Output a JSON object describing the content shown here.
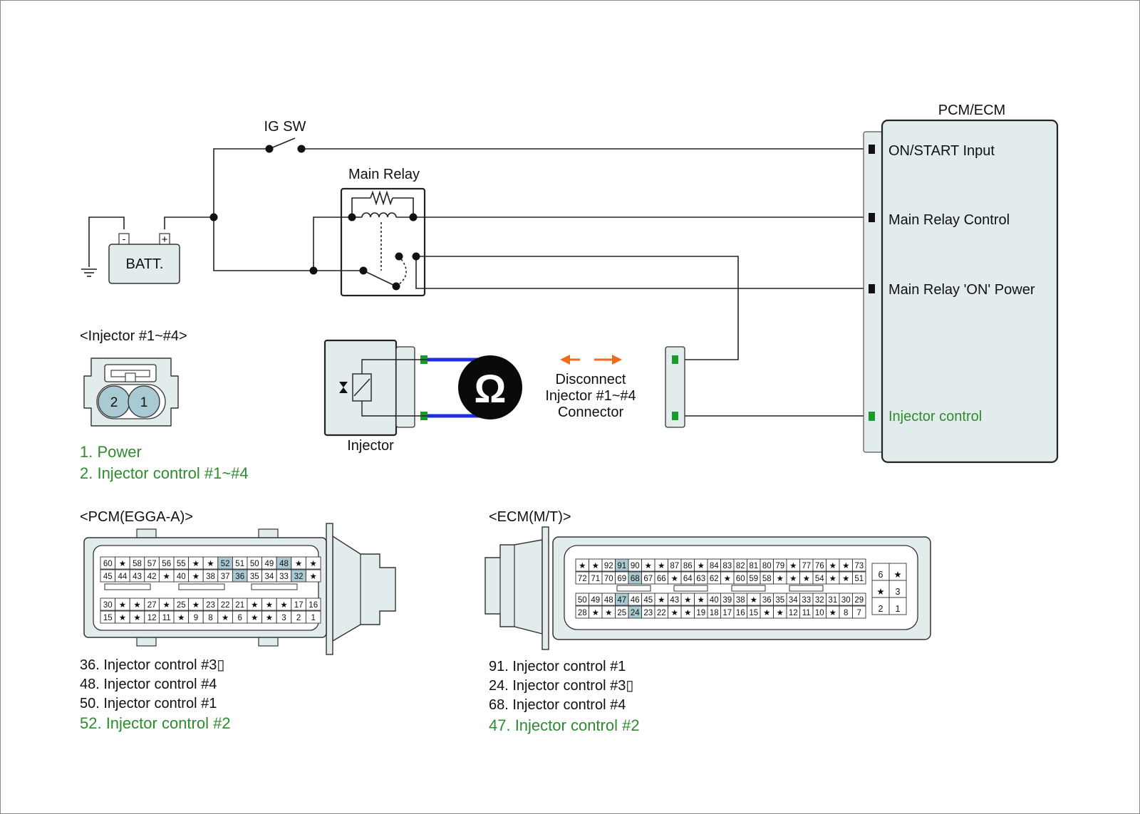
{
  "colors": {
    "wire": "#222222",
    "fill_box": "#e3ecec",
    "pin_green": "#1a9a2a",
    "label_green": "#2e8b2e",
    "probe_blue": "#1f2fe0",
    "arrow_orange": "#f26a1b",
    "pin_highlight": "#a9c9d3"
  },
  "ig_sw": {
    "label": "IG SW"
  },
  "battery": {
    "label": "BATT.",
    "neg": "-",
    "pos": "+"
  },
  "main_relay": {
    "label": "Main Relay"
  },
  "pcm_ecm": {
    "title": "PCM/ECM",
    "pins": [
      "ON/START Input",
      "Main Relay Control",
      "Main Relay 'ON' Power",
      "Injector control"
    ]
  },
  "injector_box": {
    "label": "Injector"
  },
  "ohmmeter": {
    "symbol": "Ω"
  },
  "disconnect_note": {
    "lines": [
      "Disconnect",
      "Injector #1~#4",
      "Connector"
    ]
  },
  "injector_connector": {
    "title": "<Injector #1~#4>",
    "pins": [
      "2",
      "1"
    ],
    "legend": [
      "1. Power",
      "2. Injector control #1~#4"
    ]
  },
  "pcm_connector": {
    "title": "<PCM(EGGA-A)>",
    "rows": [
      [
        "60",
        "★",
        "58",
        "57",
        "56",
        "55",
        "★",
        "★",
        "52",
        "51",
        "50",
        "49",
        "48",
        "★",
        "★"
      ],
      [
        "45",
        "44",
        "43",
        "42",
        "★",
        "40",
        "★",
        "38",
        "37",
        "36",
        "35",
        "34",
        "33",
        "32",
        "★"
      ],
      [
        "30",
        "★",
        "★",
        "27",
        "★",
        "25",
        "★",
        "23",
        "22",
        "21",
        "★",
        "★",
        "★",
        "17",
        "16"
      ],
      [
        "15",
        "★",
        "★",
        "12",
        "11",
        "★",
        "9",
        "8",
        "★",
        "6",
        "★",
        "★",
        "3",
        "2",
        "1"
      ]
    ],
    "highlight": [
      "52",
      "48",
      "36",
      "32"
    ],
    "legend": [
      "36. Injector control #3▯",
      "48. Injector control #4",
      "50. Injector control #1",
      "52. Injector control #2"
    ]
  },
  "ecm_connector": {
    "title": "<ECM(M/T)>",
    "rows": [
      [
        "★",
        "★",
        "92",
        "91",
        "90",
        "★",
        "★",
        "87",
        "86",
        "★",
        "84",
        "83",
        "82",
        "81",
        "80",
        "79",
        "★",
        "77",
        "76",
        "★",
        "★",
        "73"
      ],
      [
        "72",
        "71",
        "70",
        "69",
        "68",
        "67",
        "66",
        "★",
        "64",
        "63",
        "62",
        "★",
        "60",
        "59",
        "58",
        "★",
        "★",
        "★",
        "54",
        "★",
        "★",
        "51"
      ],
      [
        "50",
        "49",
        "48",
        "47",
        "46",
        "45",
        "★",
        "43",
        "★",
        "★",
        "40",
        "39",
        "38",
        "★",
        "36",
        "35",
        "34",
        "33",
        "32",
        "31",
        "30",
        "29"
      ],
      [
        "28",
        "★",
        "★",
        "25",
        "24",
        "23",
        "22",
        "★",
        "★",
        "19",
        "18",
        "17",
        "16",
        "15",
        "★",
        "★",
        "12",
        "11",
        "10",
        "★",
        "8",
        "7"
      ]
    ],
    "side_grid": [
      [
        "6",
        "★"
      ],
      [
        "★",
        "3"
      ],
      [
        "2",
        "1"
      ]
    ],
    "highlight": [
      "91",
      "68",
      "47",
      "24"
    ],
    "legend": [
      "91. Injector control #1",
      "24. Injector control #3▯",
      "68. Injector control #4",
      "47. Injector control #2"
    ]
  }
}
